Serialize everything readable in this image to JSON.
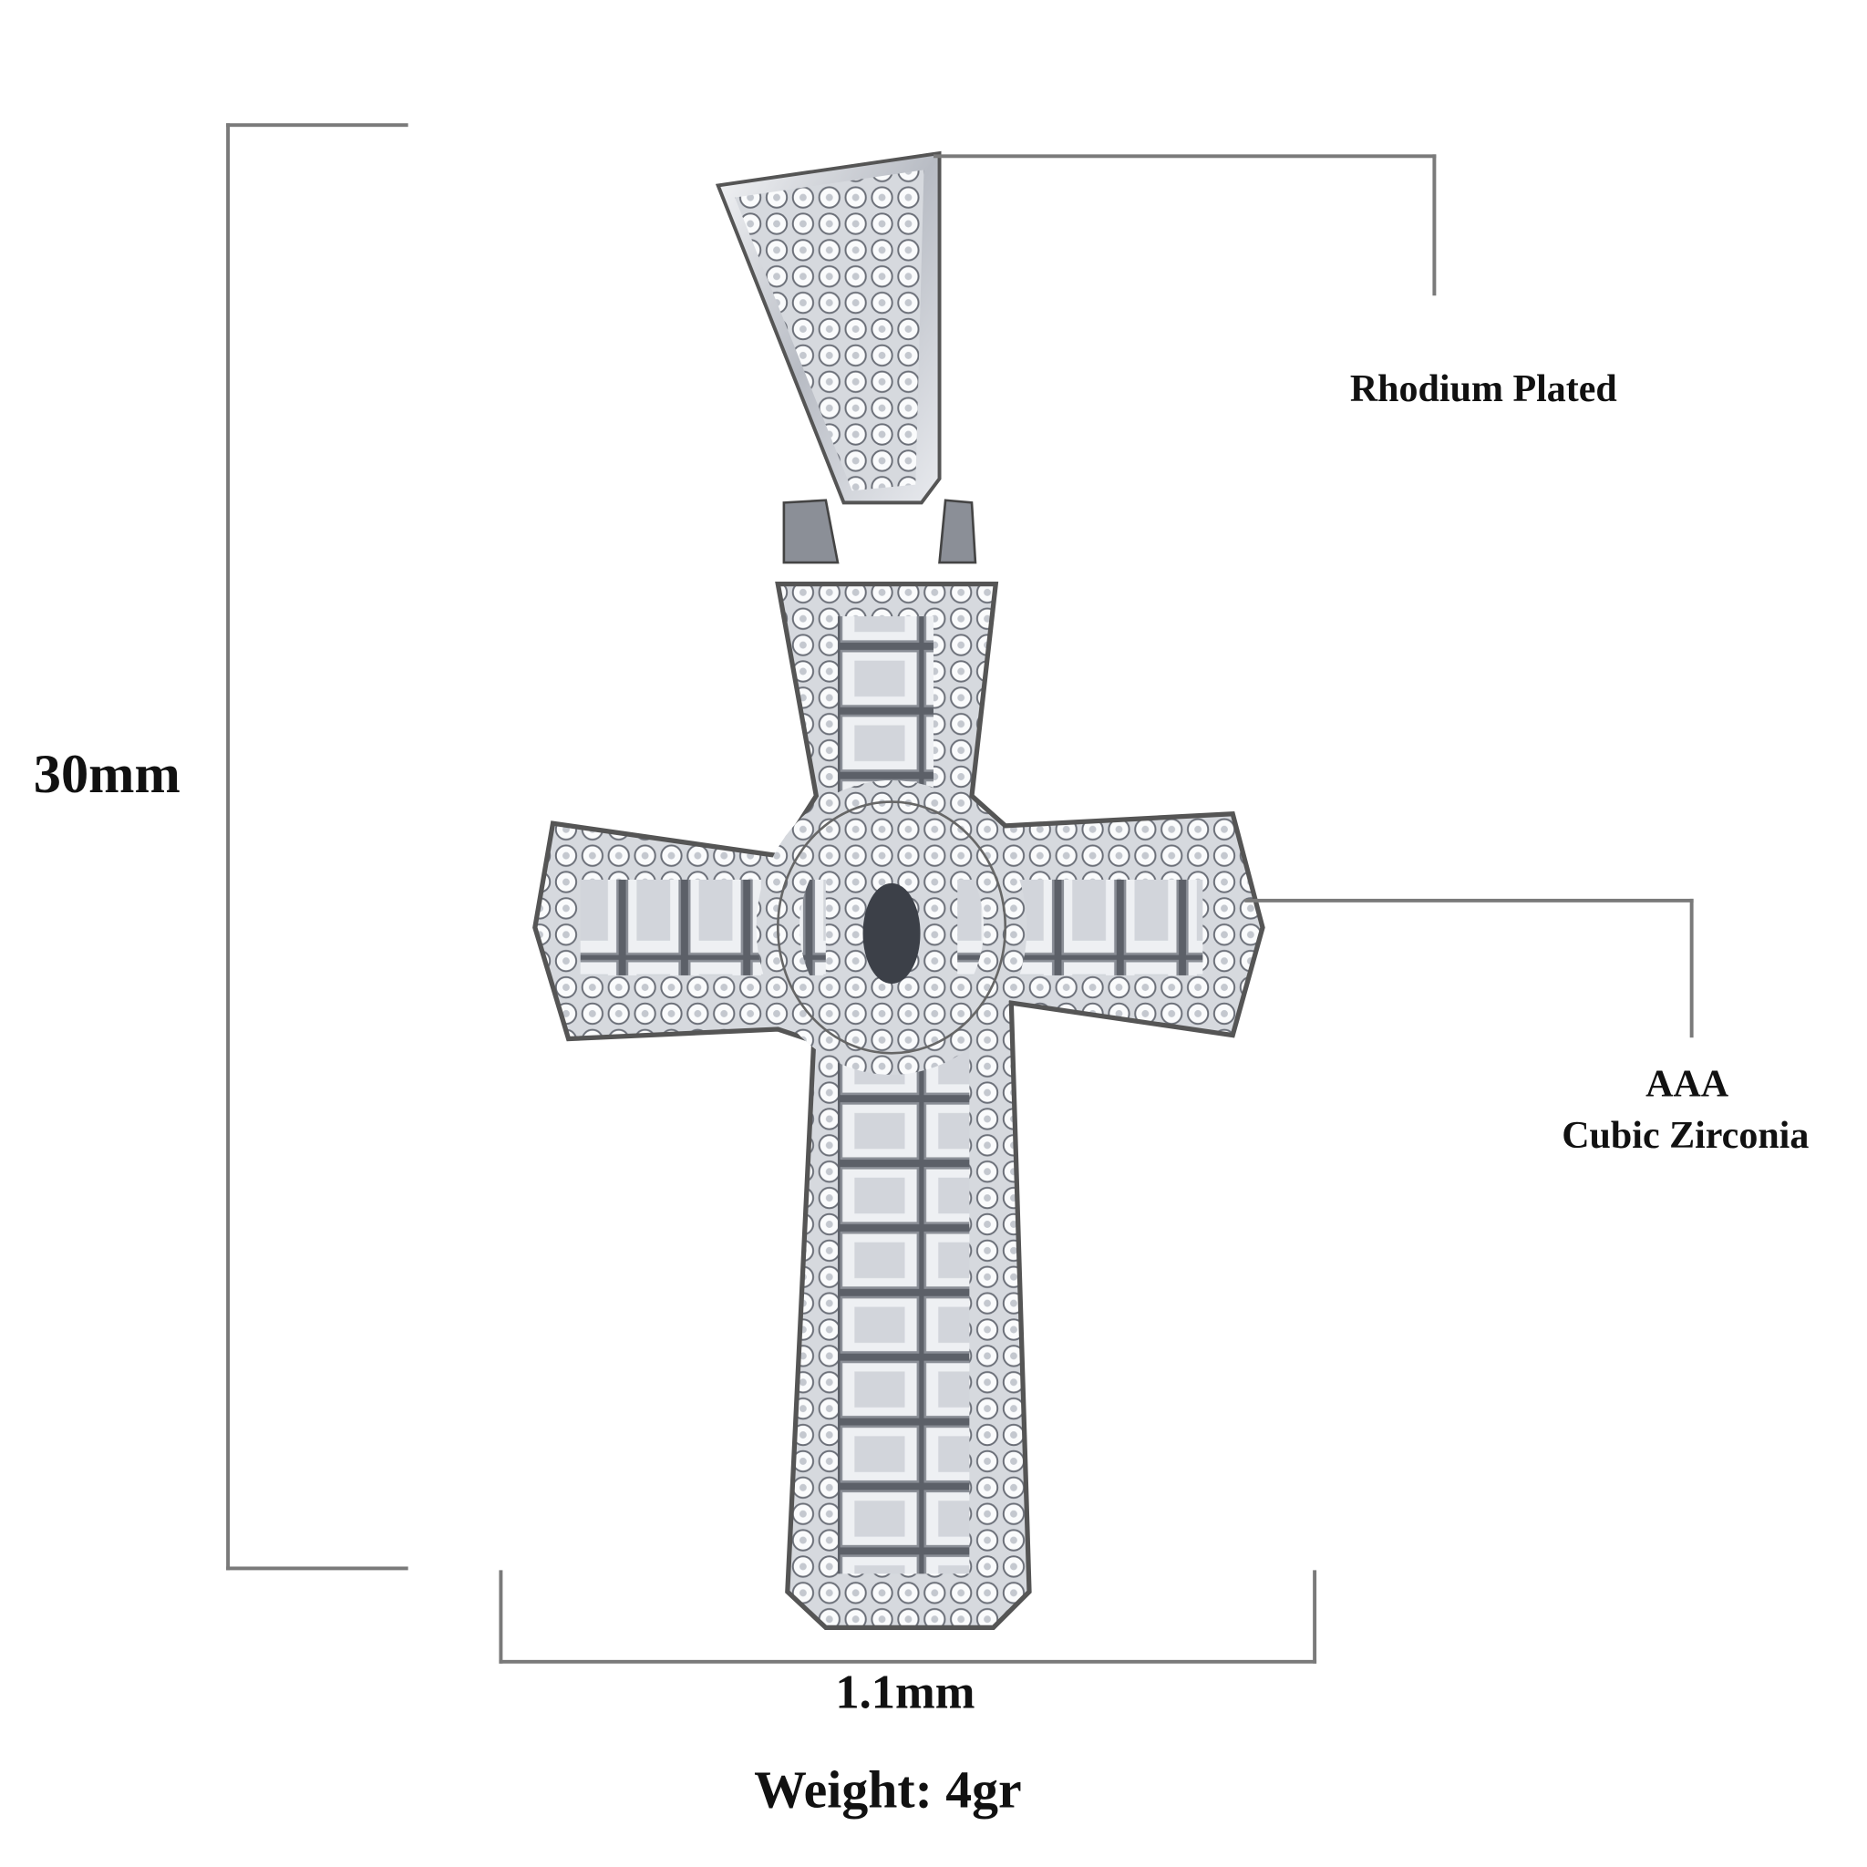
{
  "dimensions": {
    "height_label": "30mm",
    "width_label": "1.1mm"
  },
  "weight_label": "Weight: 4gr",
  "callouts": {
    "plating": "Rhodium Plated",
    "stone_grade": "AAA",
    "stone_type": "Cubic Zirconia"
  },
  "colors": {
    "line": "#7a7a7a",
    "text": "#111111",
    "metal": "#c9ccd2"
  }
}
